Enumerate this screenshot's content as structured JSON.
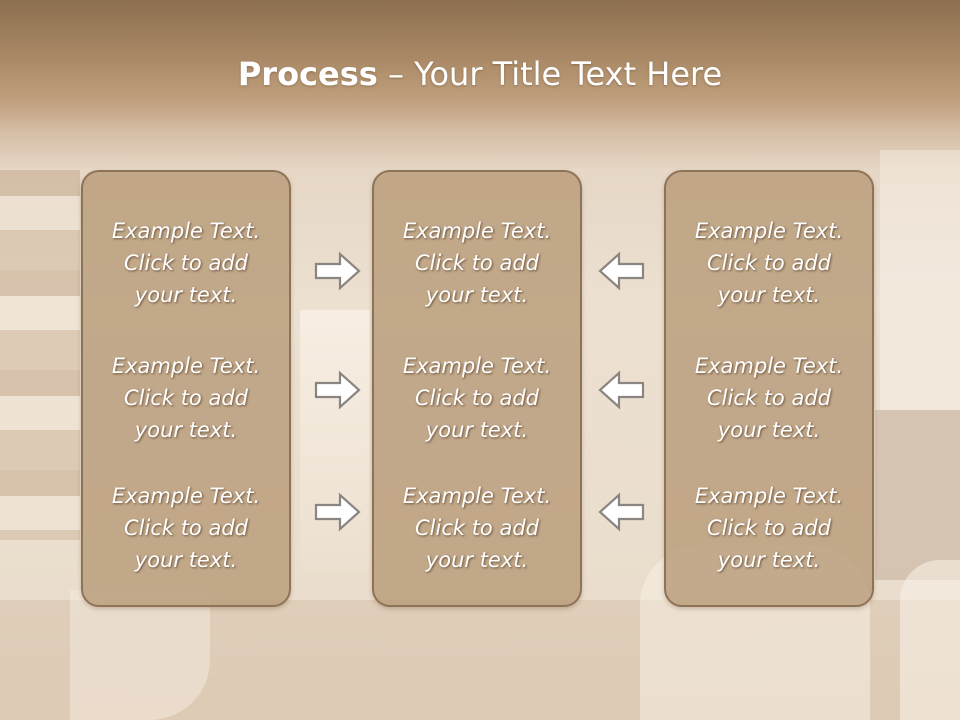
{
  "slide": {
    "title_bold": "Process",
    "title_rest": " – Your Title Text Here"
  },
  "columns": [
    {
      "items": [
        {
          "line1": "Example Text.",
          "line2": "Click  to add",
          "line3": "your text."
        },
        {
          "line1": "Example Text.",
          "line2": "Click  to add",
          "line3": "your text."
        },
        {
          "line1": "Example Text.",
          "line2": "Click  to add",
          "line3": "your text."
        }
      ]
    },
    {
      "items": [
        {
          "line1": "Example Text.",
          "line2": "Click  to add",
          "line3": "your text."
        },
        {
          "line1": "Example Text.",
          "line2": "Click  to add",
          "line3": "your text."
        },
        {
          "line1": "Example Text.",
          "line2": "Click  to add",
          "line3": "your text."
        }
      ]
    },
    {
      "items": [
        {
          "line1": "Example Text.",
          "line2": "Click  to add",
          "line3": "your text."
        },
        {
          "line1": "Example Text.",
          "line2": "Click  to add",
          "line3": "your text."
        },
        {
          "line1": "Example Text.",
          "line2": "Click  to add",
          "line3": "your text."
        }
      ]
    }
  ],
  "arrows": {
    "left_to_middle": "right-arrow-icon",
    "right_to_middle": "left-arrow-icon"
  },
  "colors": {
    "header": "#8c6f50",
    "box_fill": "#b89c7a",
    "box_border": "#8f7357",
    "text": "#ffffff"
  }
}
